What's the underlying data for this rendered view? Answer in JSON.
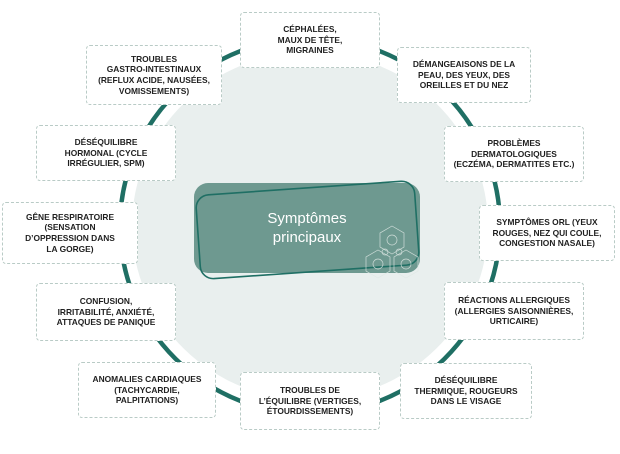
{
  "center": {
    "label": "Symptômes\nprincipaux"
  },
  "colors": {
    "ring": "#1f6f64",
    "disc": "#e9efee",
    "center_fill": "#6e9990",
    "center_outline": "#1f6f64",
    "box_border": "#b9cbc6",
    "text": "#1f1f1f"
  },
  "symptoms": [
    {
      "id": "cephalees",
      "label": "CÉPHALÉES,\nMAUX DE TÊTE,\nMIGRAINES"
    },
    {
      "id": "demangeaisons",
      "label": "DÉMANGEAISONS DE LA\nPEAU, DES YEUX, DES\nOREILLES ET DU NEZ"
    },
    {
      "id": "dermatologiques",
      "label": "PROBLÈMES\nDERMATOLOGIQUES\n(ECZÉMA, DERMATITES ETC.)"
    },
    {
      "id": "orl",
      "label": "SYMPTÔMES ORL (YEUX\nROUGES, NEZ QUI COULE,\nCONGESTION NASALE)"
    },
    {
      "id": "allergiques",
      "label": "RÉACTIONS ALLERGIQUES\n(ALLERGIES SAISONNIÈRES,\nURTICAIRE)"
    },
    {
      "id": "thermique",
      "label": "DÉSÉQUILIBRE\nTHERMIQUE, ROUGEURS\nDANS LE VISAGE"
    },
    {
      "id": "equilibre",
      "label": "TROUBLES DE\nL’ÉQUILIBRE (VERTIGES,\nÉTOURDISSEMENTS)"
    },
    {
      "id": "cardiaques",
      "label": "ANOMALIES CARDIAQUES\n(TACHYCARDIE,\nPALPITATIONS)"
    },
    {
      "id": "confusion",
      "label": "CONFUSION,\nIRRITABILITÉ, ANXIÉTÉ,\nATTAQUES DE PANIQUE"
    },
    {
      "id": "respiratoire",
      "label": "GÊNE RESPIRATOIRE\n(SENSATION\nD’OPPRESSION DANS\nLA GORGE)"
    },
    {
      "id": "hormonal",
      "label": "DÉSÉQUILIBRE\nHORMONAL (CYCLE\nIRRÉGULIER, SPM)"
    },
    {
      "id": "gastro",
      "label": "TROUBLES\nGASTRO-INTESTINAUX\n(REFLUX ACIDE, NAUSÉES,\nVOMISSEMENTS)"
    }
  ]
}
